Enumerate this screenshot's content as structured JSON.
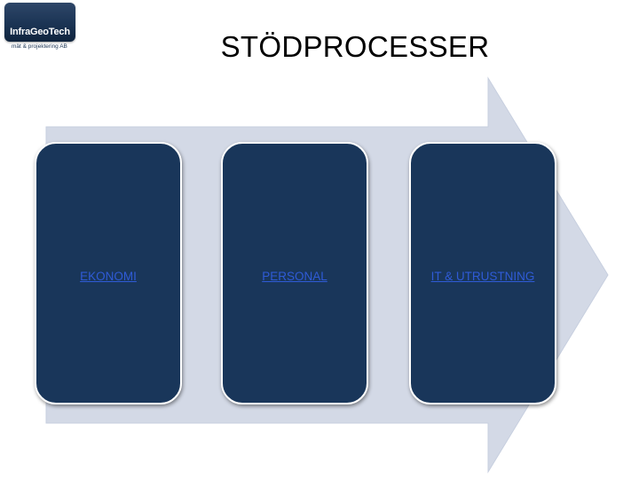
{
  "logo": {
    "name": "InfraGeoTech",
    "tagline": "mät & projektering AB"
  },
  "title": "STÖDPROCESSER",
  "process_steps": [
    {
      "label": "EKONOMI"
    },
    {
      "label": "PERSONAL"
    },
    {
      "label": "IT & UTRUSTNING"
    }
  ],
  "colors": {
    "arrow_fill": "#d3d9e6",
    "box_fill": "#19365a",
    "link_text": "#2f5bd6",
    "logo_fill": "#1b3454"
  }
}
